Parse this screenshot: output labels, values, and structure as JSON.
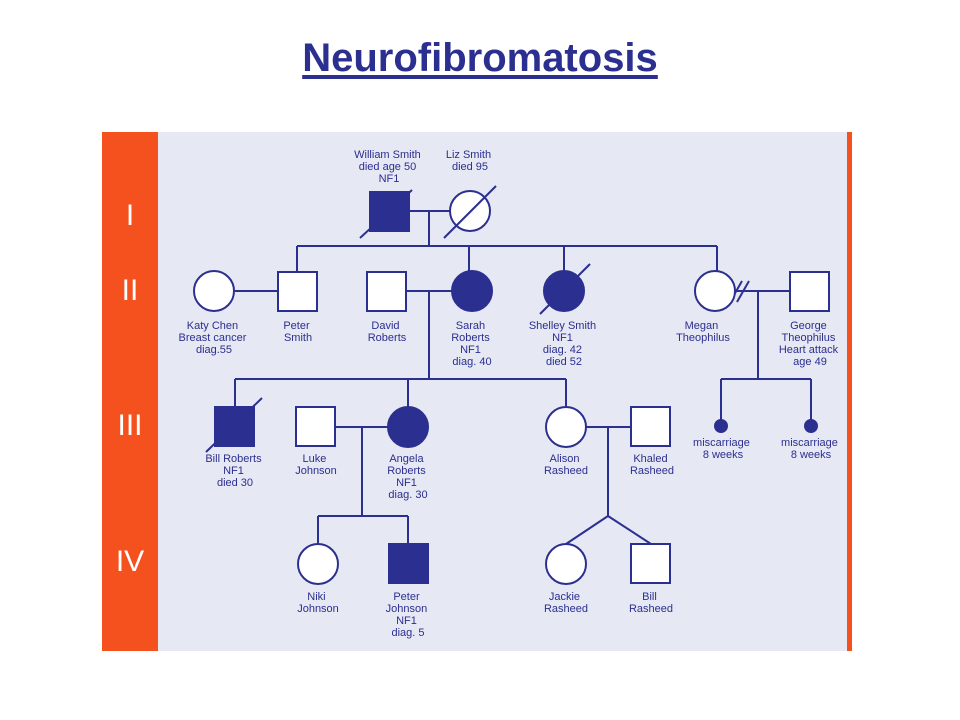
{
  "title": "Neurofibromatosis",
  "colors": {
    "accent": "#f4511e",
    "ink": "#2b2f8f",
    "panel": "#e6e8f3"
  },
  "generations": [
    "I",
    "II",
    "III",
    "IV"
  ],
  "people": {
    "william_smith": [
      "William Smith",
      "died age 50",
      "NF1"
    ],
    "liz_smith": [
      "Liz Smith",
      "died 95"
    ],
    "katy_chen": [
      "Katy Chen",
      "Breast cancer",
      "diag.55"
    ],
    "peter_smith": [
      "Peter",
      "Smith"
    ],
    "david_roberts": [
      "David",
      "Roberts"
    ],
    "sarah_roberts": [
      "Sarah",
      "Roberts",
      "NF1",
      "diag. 40"
    ],
    "shelley_smith": [
      "Shelley Smith",
      "NF1",
      "diag. 42",
      "died 52"
    ],
    "megan_theophilus": [
      "Megan",
      "Theophilus"
    ],
    "george_theophilus": [
      "George",
      "Theophilus",
      "Heart attack",
      "age 49"
    ],
    "bill_roberts": [
      "Bill Roberts",
      "NF1",
      "died 30"
    ],
    "luke_johnson": [
      "Luke",
      "Johnson"
    ],
    "angela_roberts": [
      "Angela",
      "Roberts",
      "NF1",
      "diag. 30"
    ],
    "alison_rasheed": [
      "Alison",
      "Rasheed"
    ],
    "khaled_rasheed": [
      "Khaled",
      "Rasheed"
    ],
    "miscarriage_1": [
      "miscarriage",
      "8 weeks"
    ],
    "miscarriage_2": [
      "miscarriage",
      "8 weeks"
    ],
    "niki_johnson": [
      "Niki",
      "Johnson"
    ],
    "peter_johnson": [
      "Peter",
      "Johnson",
      "NF1",
      "diag. 5"
    ],
    "jackie_rasheed": [
      "Jackie",
      "Rasheed"
    ],
    "bill_rasheed": [
      "Bill",
      "Rasheed"
    ]
  }
}
